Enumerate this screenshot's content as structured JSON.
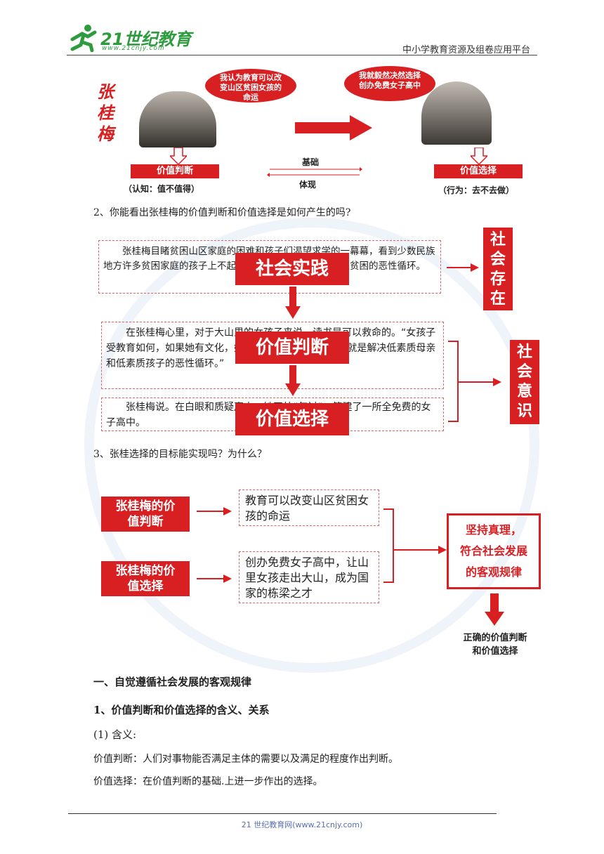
{
  "header": {
    "logo_text": "21世纪教育",
    "logo_url": "www.21cnjy.com",
    "right_text": "中小学教育资源及组卷应用平台"
  },
  "figure1": {
    "name_vertical": [
      "张",
      "桂",
      "梅"
    ],
    "bubble_left": "我认为教育可以改变山区贫困女孩的命运",
    "bubble_right": "我就毅然决然选择创办免费女子高中",
    "label_left": "价值判断",
    "sub_left": "（认知：值不值得）",
    "label_right": "价值选择",
    "sub_right": "（行为：去不去做）",
    "mid_top": "基础",
    "mid_bottom": "体现"
  },
  "q2": "2、你能看出张桂梅的价值判断和价值选择是如何产生的吗?",
  "figure2": {
    "p1": "张桂梅目睹贫困山区家庭的困难和孩子们渴望求学的一幕幕，看到少数民族地方许多贫困家庭的孩子上不起学，因为知识匮乏再度陷入贫困的恶性循环。",
    "p2": "在张桂梅心里，对于大山里的女孩子来说，读书是可以救命的。“女孩子受教育如何，如果她有文化，她会把孩子丢掉?我的初衷就是解决低素质母亲和低素质孩子的恶性循环。”",
    "p3": "张桂梅说。在白眼和质疑声中，她四处“乞讨”，筹建了一所全免费的女子高中。",
    "overlay1": "社会实践",
    "overlay2": "价值判断",
    "overlay3": "价值选择",
    "right1": [
      "社",
      "会",
      "存",
      "在"
    ],
    "right2": [
      "社",
      "会",
      "意",
      "识"
    ]
  },
  "q3": "3、张桂选择的目标能实现吗？为什么？",
  "figure3": {
    "box1": "张桂梅的价值判断",
    "box2": "张桂梅的价值选择",
    "text1": "教育可以改变山区贫困女孩的命运",
    "text2": "创办免费女子高中，让山里女孩走出大山，成为国家的栋梁之才",
    "result_line1": "坚持真理，",
    "result_line2": "符合社会发展",
    "result_line3": "的客观规律",
    "bottom_line1": "正确的价值判断",
    "bottom_line2": "和价值选择"
  },
  "section": {
    "h1": "一、自觉遵循社会发展的客观规律",
    "h2": "1、价值判断和价值选择的含义、关系",
    "h3": "(1) 含义:",
    "def1": "价值判断：人们对事物能否满足主体的需要以及满足的程度作出判断。",
    "def2": "价值选择：在价值判断的基础.上进一步作出的选择。"
  },
  "footer": "21 世纪教育网(www.21cnjy.com)"
}
